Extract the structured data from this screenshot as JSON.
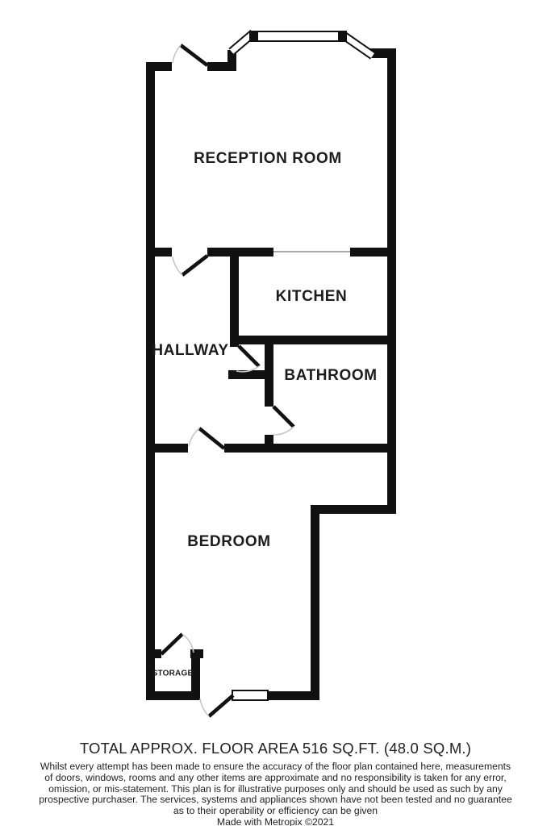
{
  "rooms": {
    "reception": "RECEPTION ROOM",
    "kitchen": "KITCHEN",
    "hallway": "HALLWAY",
    "bathroom": "BATHROOM",
    "bedroom": "BEDROOM",
    "storage": "STORAGE"
  },
  "footer": {
    "total_area": "TOTAL APPROX. FLOOR AREA 516 SQ.FT. (48.0 SQ.M.)",
    "disclaimer": [
      "Whilst every attempt has been made to ensure the accuracy of the floor plan contained here, measurements",
      "of doors, windows, rooms and any other items are approximate and no responsibility is taken for any error,",
      "omission, or mis-statement. This plan is for illustrative purposes only and should be used as such by any",
      "prospective purchaser. The services, systems and appliances shown have not been tested and no guarantee",
      "as to their operability or efficiency can be given"
    ],
    "credit": "Made with Metropix ©2021"
  },
  "colors": {
    "wall": "#111111",
    "door_arc": "#c6c6c6",
    "open_passage": "#a9a9a9",
    "window_fill": "#ffffff"
  }
}
